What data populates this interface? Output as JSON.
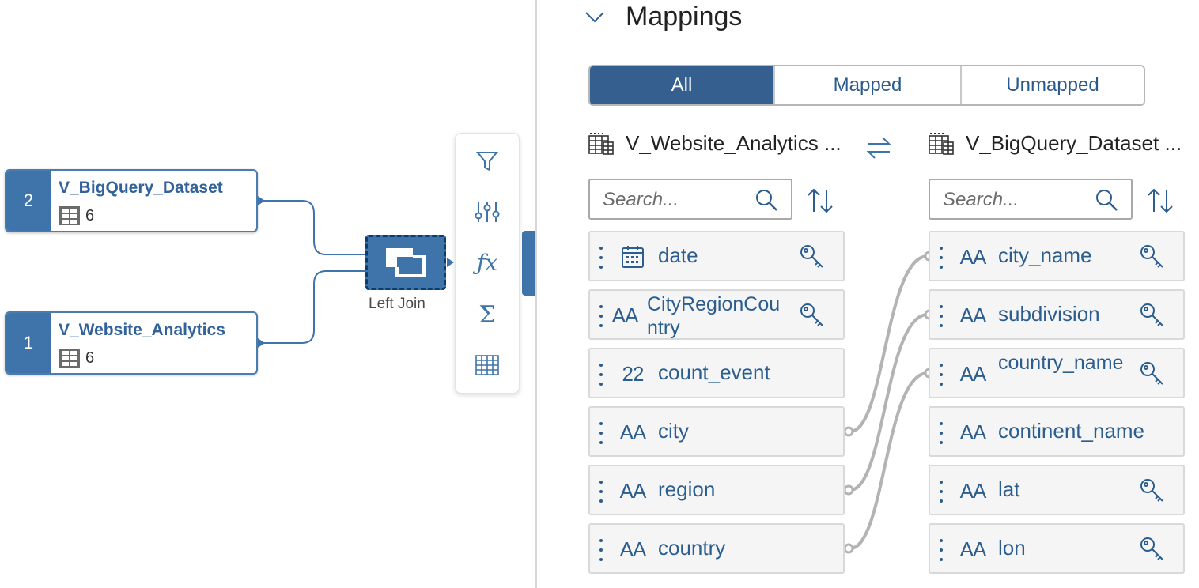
{
  "canvas": {
    "nodes": [
      {
        "number": "2",
        "title": "V_BigQuery_Dataset",
        "column_count": "6"
      },
      {
        "number": "1",
        "title": "V_Website_Analytics",
        "column_count": "6"
      }
    ],
    "join": {
      "label": "Left Join"
    },
    "toolbar": [
      "filter-icon",
      "adjust-columns-icon",
      "formula-icon",
      "aggregation-icon",
      "table-icon"
    ]
  },
  "panel": {
    "section_title": "Mappings",
    "filter_tabs": [
      {
        "label": "All",
        "active": true
      },
      {
        "label": "Mapped",
        "active": false
      },
      {
        "label": "Unmapped",
        "active": false
      }
    ],
    "left_source": {
      "title": "V_Website_Analytics ...",
      "search_placeholder": "Search...",
      "columns": [
        {
          "name": "date",
          "type": "date",
          "key": true
        },
        {
          "name": "CityRegionCountry",
          "type": "string",
          "key": true
        },
        {
          "name": "count_event",
          "type": "number",
          "key": false
        },
        {
          "name": "city",
          "type": "string",
          "key": false
        },
        {
          "name": "region",
          "type": "string",
          "key": false
        },
        {
          "name": "country",
          "type": "string",
          "key": false
        }
      ]
    },
    "right_source": {
      "title": "V_BigQuery_Dataset ...",
      "search_placeholder": "Search...",
      "columns": [
        {
          "name": "city_name",
          "type": "string",
          "key": true
        },
        {
          "name": "subdivision",
          "type": "string",
          "key": true
        },
        {
          "name": "country_name",
          "type": "string",
          "key": true
        },
        {
          "name": "continent_name",
          "type": "string",
          "key": false
        },
        {
          "name": "lat",
          "type": "string",
          "key": true
        },
        {
          "name": "lon",
          "type": "string",
          "key": true
        }
      ]
    },
    "mappings": [
      {
        "from": "city",
        "to": "city_name"
      },
      {
        "from": "region",
        "to": "subdivision"
      },
      {
        "from": "country",
        "to": "country_name"
      }
    ],
    "type_glyphs": {
      "string": "AA",
      "number": "22"
    },
    "colors": {
      "accent": "#3e74aa",
      "active_tab": "#355f8f",
      "link_line": "#b3b3b3",
      "text_blue": "#2b5d8f"
    }
  }
}
